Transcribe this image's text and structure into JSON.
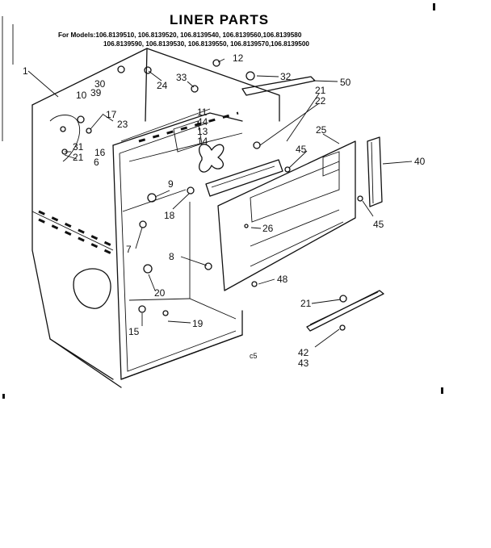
{
  "title": "LINER PARTS",
  "models_line_1": "For Models:106.8139510, 106.8139520, 106.8139540, 106.8139560,106.8139580",
  "models_line_2": "106.8139590, 106.8139530, 106.8139550, 106.8139570,106.8139500",
  "part_labels": {
    "p1": "1",
    "p30": "30",
    "p10": "10",
    "p39": "39",
    "p23": "23",
    "p17": "17",
    "p31": "31",
    "p16": "16",
    "p21a": "21",
    "p6": "6",
    "p24": "24",
    "p12": "12",
    "p33": "33",
    "p32": "32",
    "p50": "50",
    "p21b": "21",
    "p22": "22",
    "p11": "11",
    "p44": "44",
    "p13": "13",
    "p14": "14",
    "p25": "25",
    "p45a": "45",
    "p40": "40",
    "p9": "9",
    "p18": "18",
    "p45b": "45",
    "p26": "26",
    "p7": "7",
    "p8": "8",
    "p48": "48",
    "p20": "20",
    "p21c": "21",
    "p19": "19",
    "p15": "15",
    "p42": "42",
    "p43": "43"
  },
  "caption": "c5"
}
